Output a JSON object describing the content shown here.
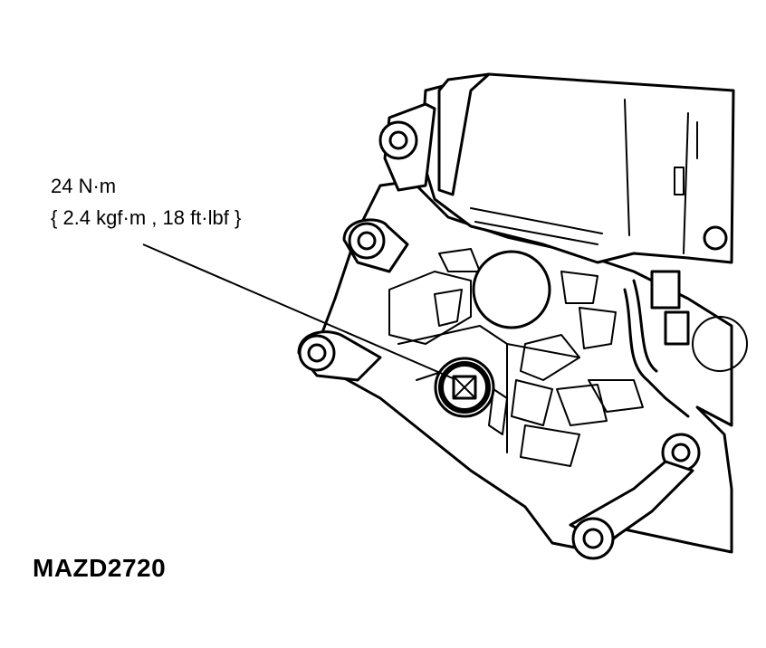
{
  "callout": {
    "torque_line1": "24 N·m",
    "torque_line2": "{ 2.4 kgf·m , 18 ft·lbf }"
  },
  "figure_id": "MAZD2720",
  "colors": {
    "ink": "#000000",
    "paper": "#ffffff"
  }
}
